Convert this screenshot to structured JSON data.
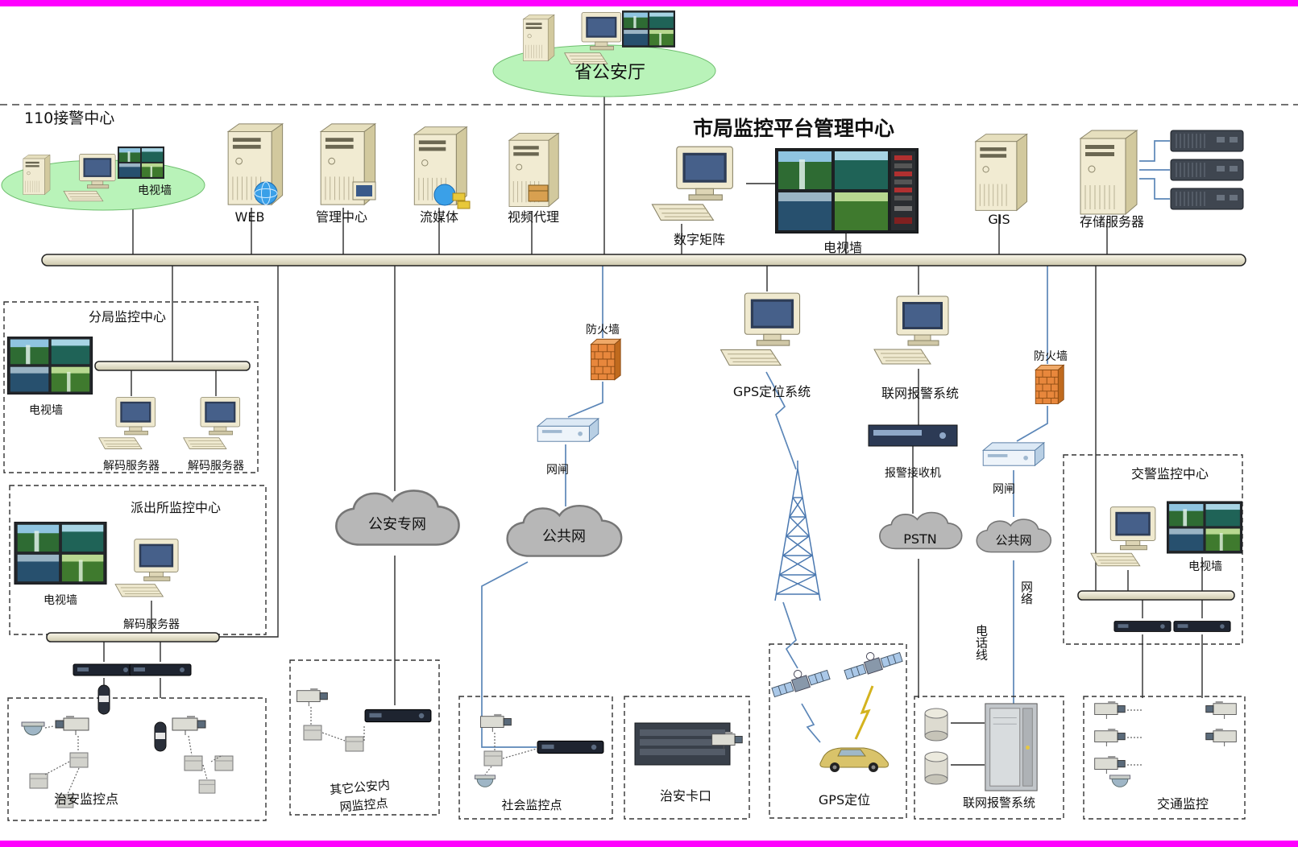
{
  "colors": {
    "accent_bar": "#ff00ff",
    "ellipse_fill": "#b9f3b9",
    "cloud_fill": "#b7b7b7",
    "firewall_fill": "#e8873c",
    "blue_line": "#5b86b8"
  },
  "province": {
    "label": "省公安厅"
  },
  "alarm110": {
    "title": "110接警中心",
    "tvwall": "电视墙"
  },
  "platform": {
    "title": "市局监控平台管理中心",
    "web": "WEB",
    "mgmt": "管理中心",
    "stream": "流媒体",
    "proxy": "视频代理",
    "matrix": "数字矩阵",
    "tvwall": "电视墙",
    "gis": "GIS",
    "storage": "存储服务器"
  },
  "branch": {
    "title": "分局监控中心",
    "tvwall": "电视墙",
    "decoder_a": "解码服务器",
    "decoder_b": "解码服务器"
  },
  "station": {
    "title": "派出所监控中心",
    "tvwall": "电视墙",
    "decoder": "解码服务器"
  },
  "links": {
    "firewall_a": "防火墙",
    "gateway_a": "网闸",
    "cloud_police": "公安专网",
    "cloud_public_a": "公共网",
    "firewall_b": "防火墙",
    "gateway_b": "网闸",
    "cloud_pstn": "PSTN",
    "cloud_public_b": "公共网",
    "network": "网络",
    "phone_line": "电话线"
  },
  "systems": {
    "gps": "GPS定位系统",
    "alarm": "联网报警系统",
    "receiver": "报警接收机"
  },
  "traffic_center": {
    "title": "交警监控中心",
    "tvwall": "电视墙"
  },
  "sites": {
    "security": "治安监控点",
    "other_l1": "其它公安内",
    "other_l2": "网监控点",
    "social": "社会监控点",
    "checkpoint": "治安卡口",
    "gps": "GPS定位",
    "alarm": "联网报警系统",
    "traffic": "交通监控"
  }
}
